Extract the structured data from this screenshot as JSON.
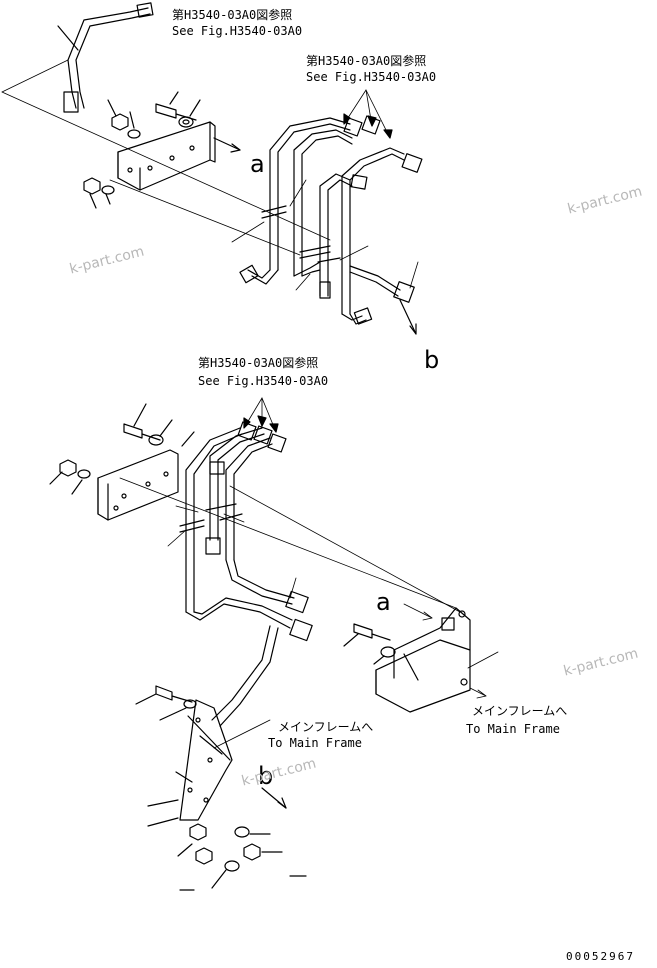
{
  "references": {
    "ref1": {
      "jp": "第H3540-03A0図参照",
      "en": "See Fig.H3540-03A0"
    },
    "ref2": {
      "jp": "第H3540-03A0図参照",
      "en": "See Fig.H3540-03A0"
    },
    "ref3": {
      "jp": "第H3540-03A0図参照",
      "en": "See Fig.H3540-03A0"
    }
  },
  "callouts": {
    "a_upper": "a",
    "b_upper": "b",
    "a_lower": "a",
    "b_lower": "b"
  },
  "destinations": {
    "dest1": {
      "jp": "メインフレームへ",
      "en": "To Main Frame"
    },
    "dest2": {
      "jp": "メインフレームへ",
      "en": "To Main Frame"
    }
  },
  "watermarks": [
    "k-part.com",
    "k-part.com",
    "k-part.com",
    "k-part.com"
  ],
  "drawing_number": "00052967",
  "colors": {
    "line": "#000000",
    "watermark": "#b8b8b8",
    "background": "#ffffff"
  }
}
